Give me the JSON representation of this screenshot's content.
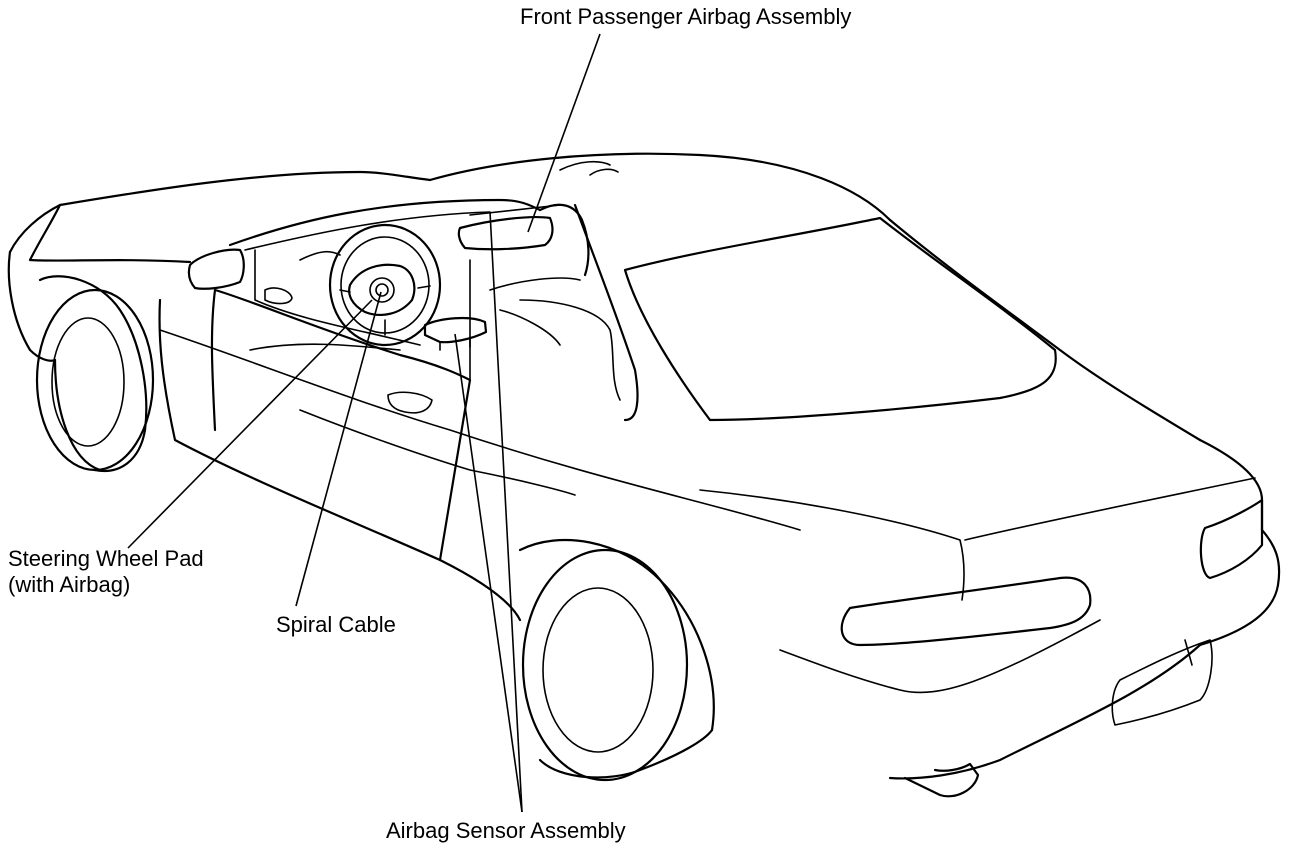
{
  "labels": {
    "front_passenger_airbag": "Front Passenger Airbag Assembly",
    "steering_wheel_pad_line1": "Steering Wheel Pad",
    "steering_wheel_pad_line2": "(with Airbag)",
    "spiral_cable": "Spiral Cable",
    "airbag_sensor": "Airbag Sensor Assembly"
  }
}
